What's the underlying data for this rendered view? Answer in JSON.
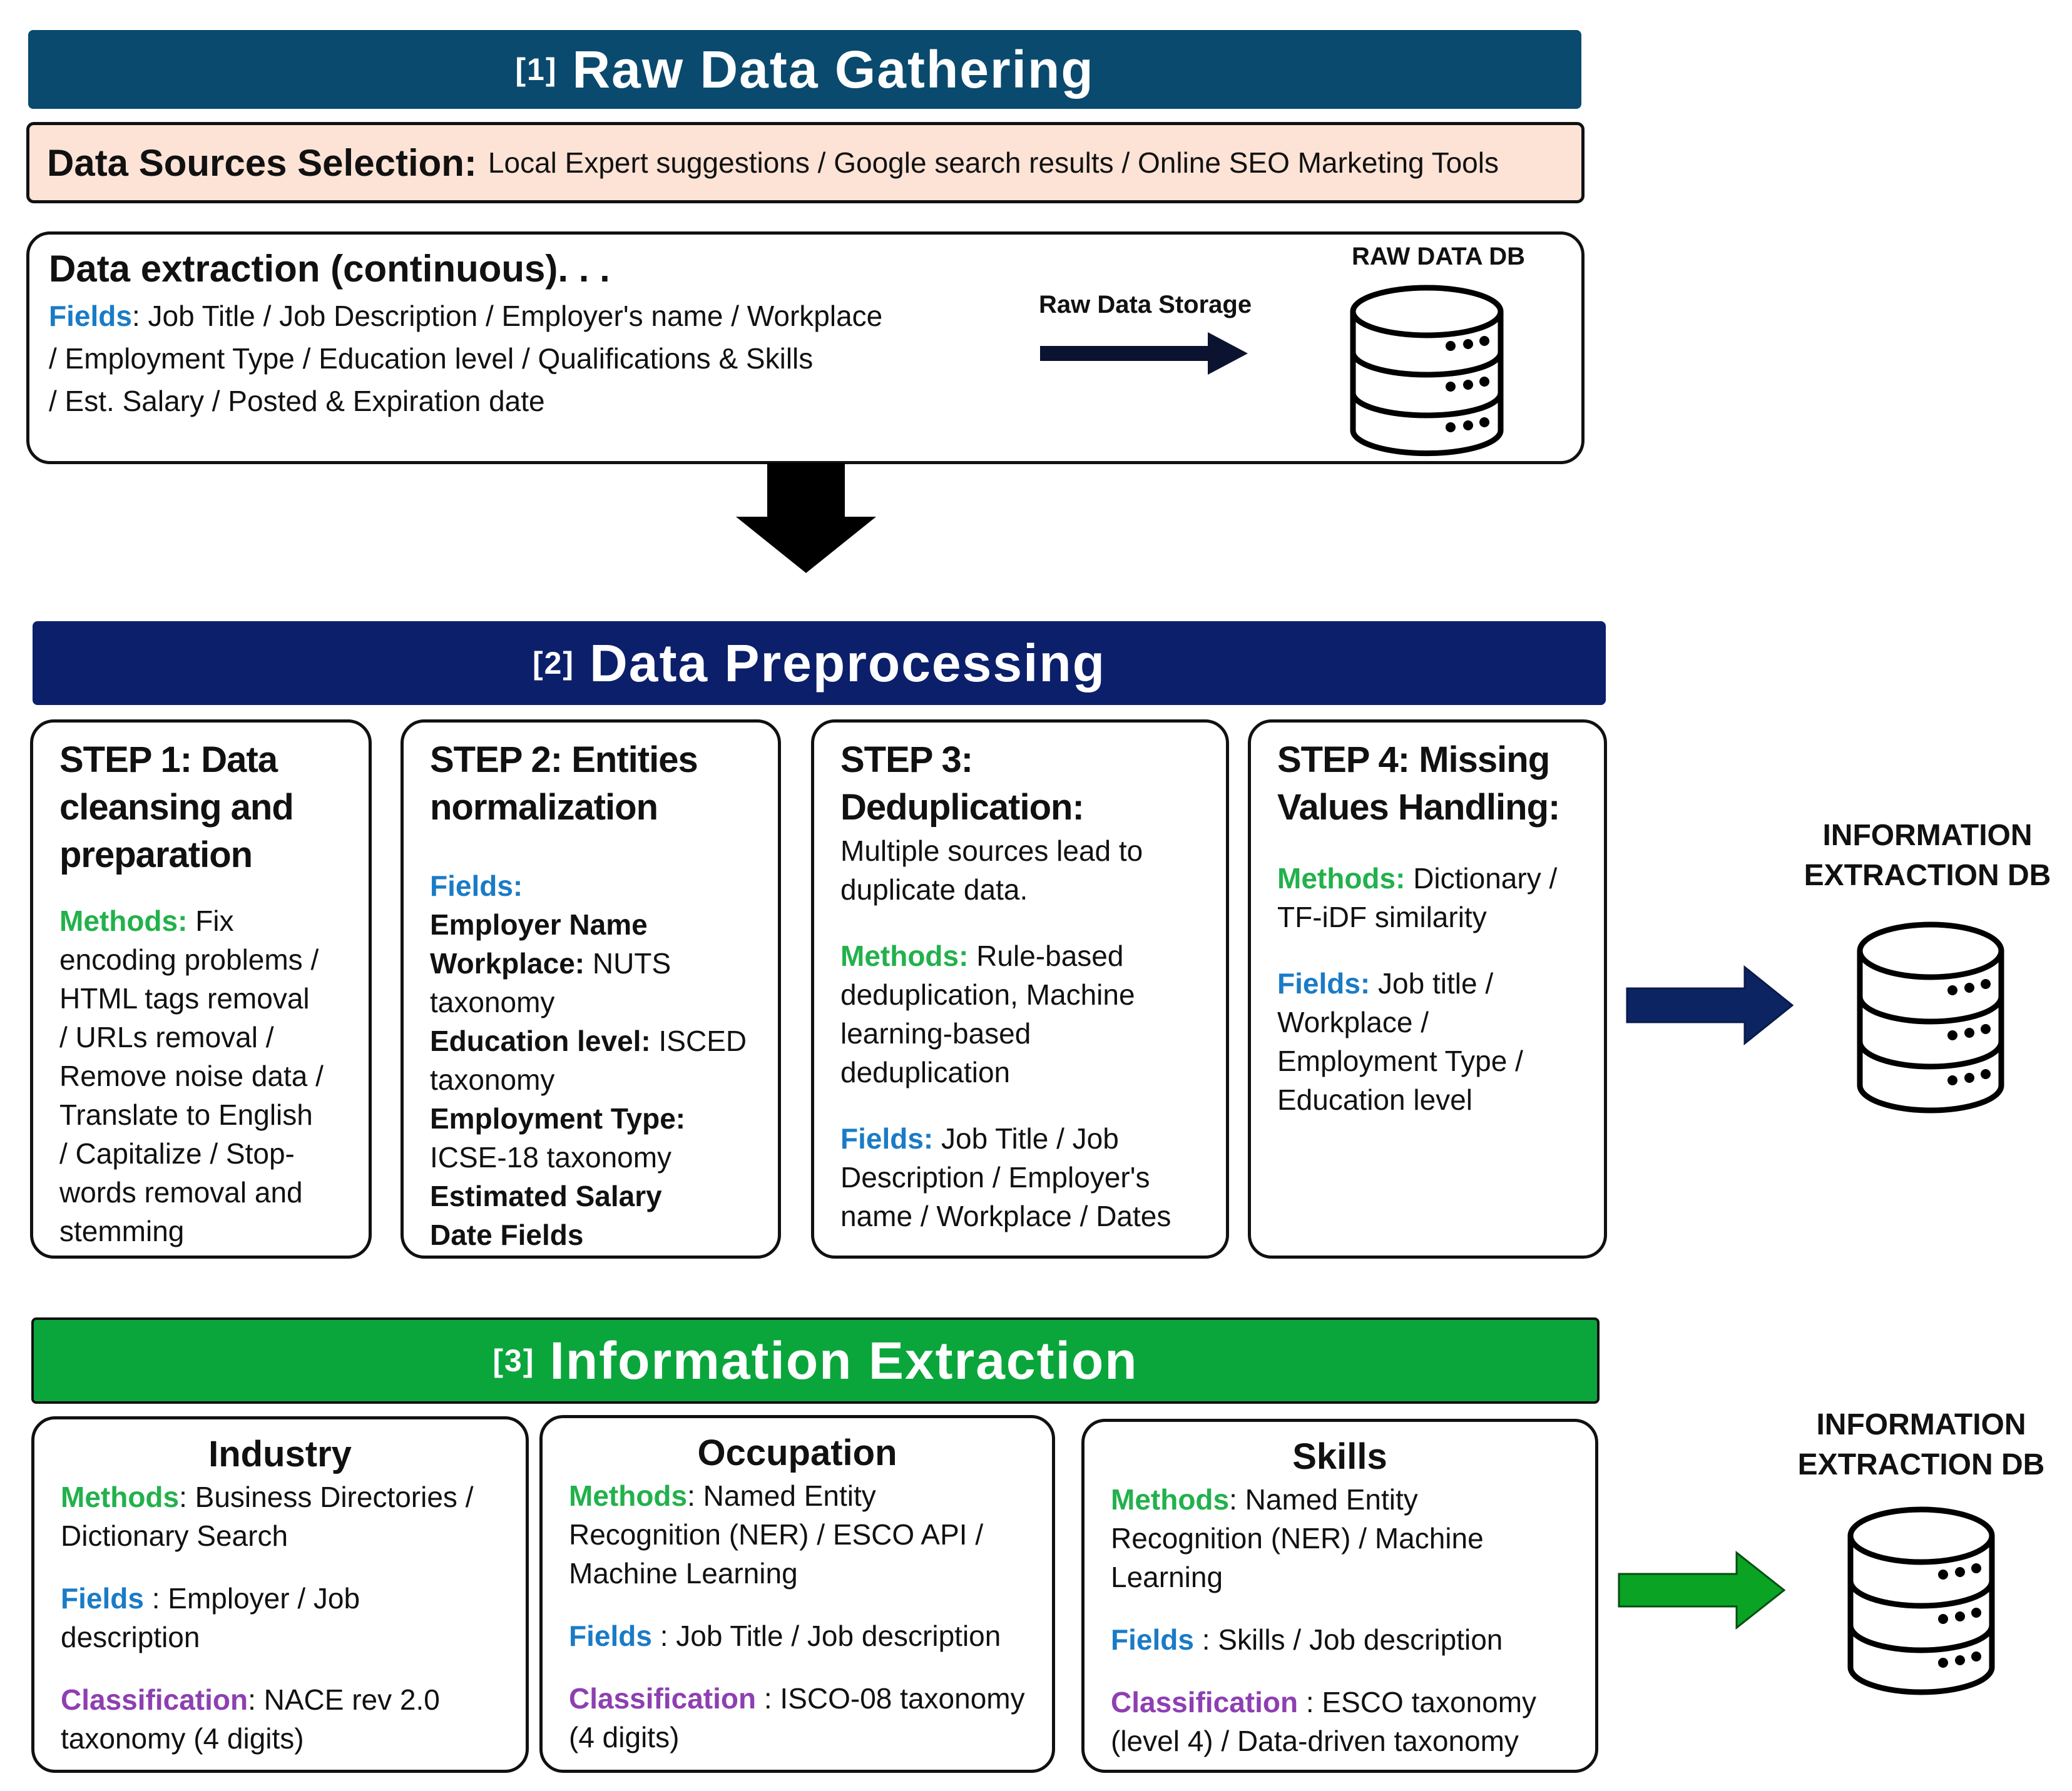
{
  "section1": {
    "num": "[1]",
    "title": "Raw Data Gathering",
    "sources_label": "Data Sources Selection:",
    "sources_text": "Local Expert suggestions / Google search results / Online SEO Marketing Tools",
    "extraction_title": "Data extraction (continuous). . .",
    "fields_label": "Fields",
    "fields_line1": ": Job Title / Job Description / Employer's name / Workplace",
    "fields_line2": "/ Employment Type / Education level / Qualifications & Skills",
    "fields_line3": "/ Est. Salary / Posted & Expiration date",
    "storage_label": "Raw Data Storage",
    "db_label": "RAW DATA DB"
  },
  "section2": {
    "num": "[2]",
    "title": "Data Preprocessing",
    "step1": {
      "title": [
        "STEP 1: Data",
        "cleansing and",
        "preparation"
      ],
      "methods_label": "Methods:",
      "methods_lines": [
        " Fix",
        "encoding problems /",
        "HTML tags removal",
        "/ URLs removal /",
        "Remove noise data /",
        "Translate to English",
        "/ Capitalize / Stop-",
        "words removal and",
        "stemming"
      ]
    },
    "step2": {
      "title": [
        "STEP 2: Entities",
        "normalization"
      ],
      "fields_label": "Fields:",
      "employer": "Employer Name",
      "workplace_label": "Workplace:",
      "workplace_text": " NUTS",
      "workplace_text2": "taxonomy",
      "education_label": "Education level:",
      "education_text": " ISCED",
      "education_text2": "taxonomy",
      "employment_label": "Employment Type:",
      "employment_text": "ICSE-18 taxonomy",
      "salary": "Estimated Salary",
      "dates": "Date Fields"
    },
    "step3": {
      "title": [
        "STEP 3:",
        "Deduplication:"
      ],
      "desc_lines": [
        "Multiple sources lead to",
        "duplicate data."
      ],
      "methods_label": "Methods:",
      "methods_lines": [
        " Rule-based",
        "deduplication, Machine",
        "learning-based",
        "deduplication"
      ],
      "fields_label": "Fields:",
      "fields_lines": [
        " Job Title / Job",
        "Description / Employer's",
        "name / Workplace / Dates"
      ]
    },
    "step4": {
      "title": [
        "STEP 4: Missing",
        "Values Handling:"
      ],
      "methods_label": "Methods:",
      "methods_lines": [
        " Dictionary /",
        "TF-iDF similarity"
      ],
      "fields_label": "Fields:",
      "fields_lines": [
        " Job title /",
        "Workplace /",
        "Employment Type /",
        "Education level"
      ]
    },
    "db_label": [
      "INFORMATION",
      "EXTRACTION DB"
    ]
  },
  "section3": {
    "num": "[3]",
    "title": "Information Extraction",
    "industry": {
      "title": "Industry",
      "methods_label": "Methods",
      "methods_lines": [
        ": Business Directories /",
        "Dictionary Search"
      ],
      "fields_label": "Fields",
      "fields_lines": [
        " : Employer / Job",
        "description"
      ],
      "class_label": "Classification",
      "class_lines": [
        ": NACE rev 2.0",
        "taxonomy (4 digits)"
      ]
    },
    "occupation": {
      "title": "Occupation",
      "methods_label": "Methods",
      "methods_lines": [
        ": Named Entity",
        "Recognition (NER) / ESCO API /",
        "Machine Learning"
      ],
      "fields_label": "Fields",
      "fields_lines": [
        " : Job Title / Job description"
      ],
      "class_label": "Classification",
      "class_lines": [
        " : ISCO-08 taxonomy",
        "(4 digits)"
      ]
    },
    "skills": {
      "title": "Skills",
      "methods_label": "Methods",
      "methods_lines": [
        ": Named Entity",
        "Recognition (NER) / Machine",
        "Learning"
      ],
      "fields_label": "Fields",
      "fields_lines": [
        " : Skills / Job description"
      ],
      "class_label": "Classification",
      "class_lines": [
        " : ESCO taxonomy",
        "(level 4) / Data-driven taxonomy"
      ]
    },
    "db_label": [
      "INFORMATION",
      "EXTRACTION DB"
    ]
  },
  "colors": {
    "banner1": "#0a4a6e",
    "banner2": "#0b1f6b",
    "banner3": "#0aa63c",
    "sources_bg": "#fde3d6",
    "fields_blue": "#1a7bc6",
    "methods_green": "#22b14c",
    "class_purple": "#8e3fb1",
    "arrow_navy": "#0d2463",
    "arrow_green": "#0aa323"
  }
}
